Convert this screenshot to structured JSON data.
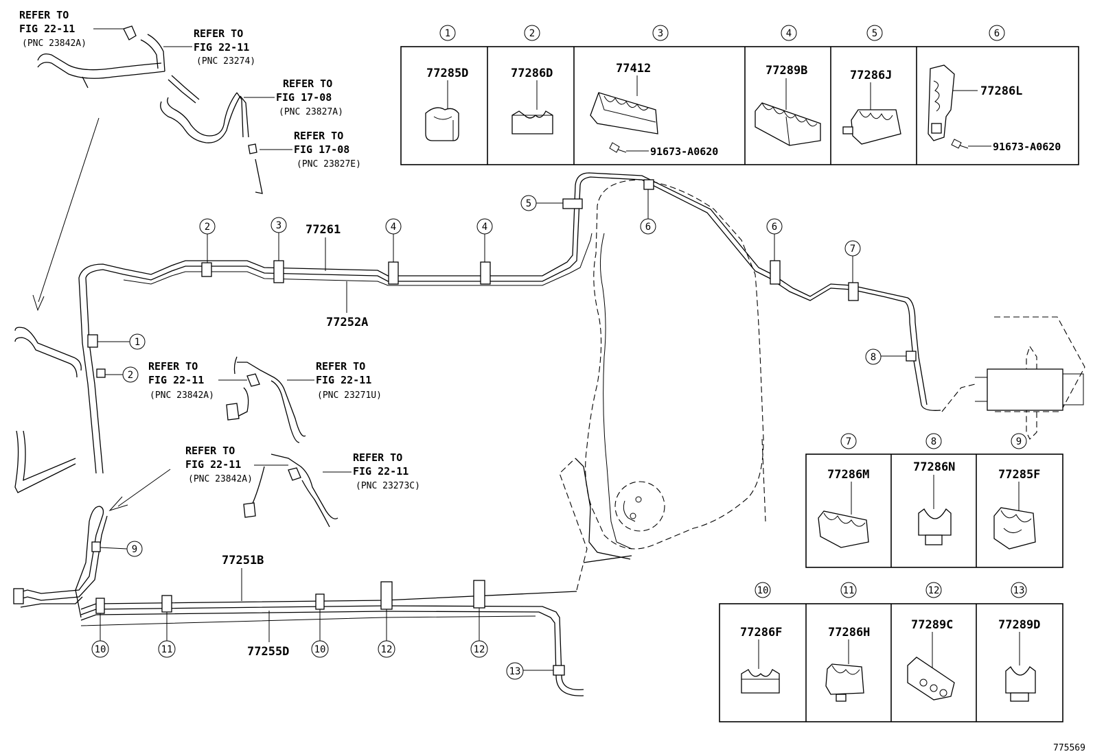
{
  "parts_table_top": {
    "cells": [
      {
        "num": "1",
        "part": "77285D"
      },
      {
        "num": "2",
        "part": "77286D"
      },
      {
        "num": "3",
        "part": "77412",
        "bolt": "91673-A0620"
      },
      {
        "num": "4",
        "part": "77289B"
      },
      {
        "num": "5",
        "part": "77286J"
      },
      {
        "num": "6",
        "part": "77286L",
        "bolt": "91673-A0620"
      }
    ]
  },
  "parts_table_right_upper": {
    "cells": [
      {
        "num": "7",
        "part": "77286M"
      },
      {
        "num": "8",
        "part": "77286N"
      },
      {
        "num": "9",
        "part": "77285F"
      }
    ]
  },
  "parts_table_right_lower": {
    "cells": [
      {
        "num": "10",
        "part": "77286F"
      },
      {
        "num": "11",
        "part": "77286H"
      },
      {
        "num": "12",
        "part": "77289C"
      },
      {
        "num": "13",
        "part": "77289D"
      }
    ]
  },
  "tubes": {
    "upper_main": "77261",
    "upper_return": "77252A",
    "lower_main": "77251B",
    "lower_return": "77255D"
  },
  "references": [
    {
      "l1": "REFER TO",
      "l2": "FIG 22-11",
      "l3": "(PNC 23842A)"
    },
    {
      "l1": "REFER TO",
      "l2": "FIG 22-11",
      "l3": "(PNC 23274)"
    },
    {
      "l1": "REFER TO",
      "l2": "FIG 17-08",
      "l3": "(PNC 23827A)"
    },
    {
      "l1": "REFER TO",
      "l2": "FIG 17-08",
      "l3": "(PNC 23827E)"
    },
    {
      "l1": "REFER TO",
      "l2": "FIG 22-11",
      "l3": "(PNC 23842A)"
    },
    {
      "l1": "REFER TO",
      "l2": "FIG 22-11",
      "l3": "(PNC 23271U)"
    },
    {
      "l1": "REFER TO",
      "l2": "FIG 22-11",
      "l3": "(PNC 23842A)"
    },
    {
      "l1": "REFER TO",
      "l2": "FIG 22-11",
      "l3": "(PNC 23273C)"
    }
  ],
  "callouts": {
    "c2a": "2",
    "c3": "3",
    "c4a": "4",
    "c4b": "4",
    "c5": "5",
    "c6a": "6",
    "c6b": "6",
    "c7": "7",
    "c8": "8",
    "c1": "1",
    "c2b": "2",
    "c9": "9",
    "c10a": "10",
    "c11": "11",
    "c10b": "10",
    "c12a": "12",
    "c12b": "12",
    "c13": "13"
  },
  "figure_id": "775569"
}
